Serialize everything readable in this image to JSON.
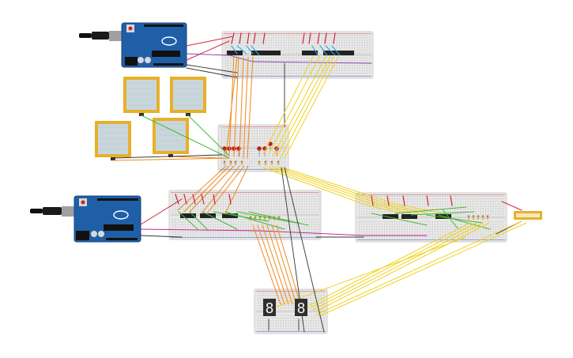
{
  "app": {
    "title": "",
    "canvas_background": "#ffffff"
  },
  "colors": {
    "breadboard": "#e8e8e8",
    "breadboard_edge": "#cfcfcf",
    "arduino": "#1f5fa8",
    "arduino_dark": "#16467c",
    "chip": "#222222",
    "led": "#c0201f",
    "sensor_frame": "#e7b02a",
    "sensor_face": "#c9d6dc",
    "wire_red": "#d6203b",
    "wire_blue": "#2aa6d8",
    "wire_orange": "#ee8a1c",
    "wire_yellow": "#f0d21b",
    "wire_green": "#46b833",
    "wire_black": "#333333",
    "wire_purple": "#7c3fb0",
    "wire_magenta": "#c51f8e",
    "seg_display": "#2e2e2e",
    "seg_lit": "#f2f2f2"
  },
  "components": {
    "arduino_boards": [
      {
        "name": "arduino-uno-top",
        "usb_cable": true
      },
      {
        "name": "arduino-uno-bottom",
        "usb_cable": true
      }
    ],
    "breadboards": [
      {
        "name": "breadboard-top"
      },
      {
        "name": "breadboard-middle"
      },
      {
        "name": "breadboard-left-lower"
      },
      {
        "name": "breadboard-right-lower"
      },
      {
        "name": "breadboard-bottom"
      }
    ],
    "force_sensors": 4,
    "leds": 8,
    "seven_segment_digits": [
      "8",
      "8"
    ],
    "potentiometer": 1
  },
  "legend": []
}
